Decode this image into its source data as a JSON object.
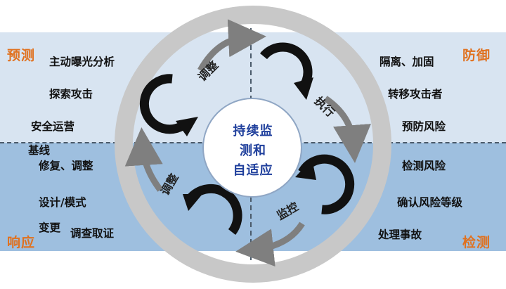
{
  "corners": {
    "top_left": "预测",
    "top_right": "防御",
    "bottom_left": "响应",
    "bottom_right": "检测"
  },
  "left_items": [
    "主动曝光分析",
    "探索攻击",
    "安全运营",
    "基线",
    "修复、调整",
    "设计/模式",
    "变更",
    "调查取证"
  ],
  "right_items": [
    "隔离、加固",
    "转移攻击者",
    "预防风险",
    "检测风险",
    "确认风险等级",
    "处理事故"
  ],
  "center": {
    "line1": "持续监",
    "line2": "测和",
    "line3": "自适应"
  },
  "ring_labels": {
    "top_left": "调整",
    "top_right": "执行",
    "bottom_left": "调整",
    "bottom_right": "监控"
  },
  "colors": {
    "accent": "#e0711f",
    "center_text": "#1f3f9c",
    "ring": "#c8c8c8",
    "band_top": "#d8e4f1",
    "band_bottom": "#9ebfdf"
  }
}
